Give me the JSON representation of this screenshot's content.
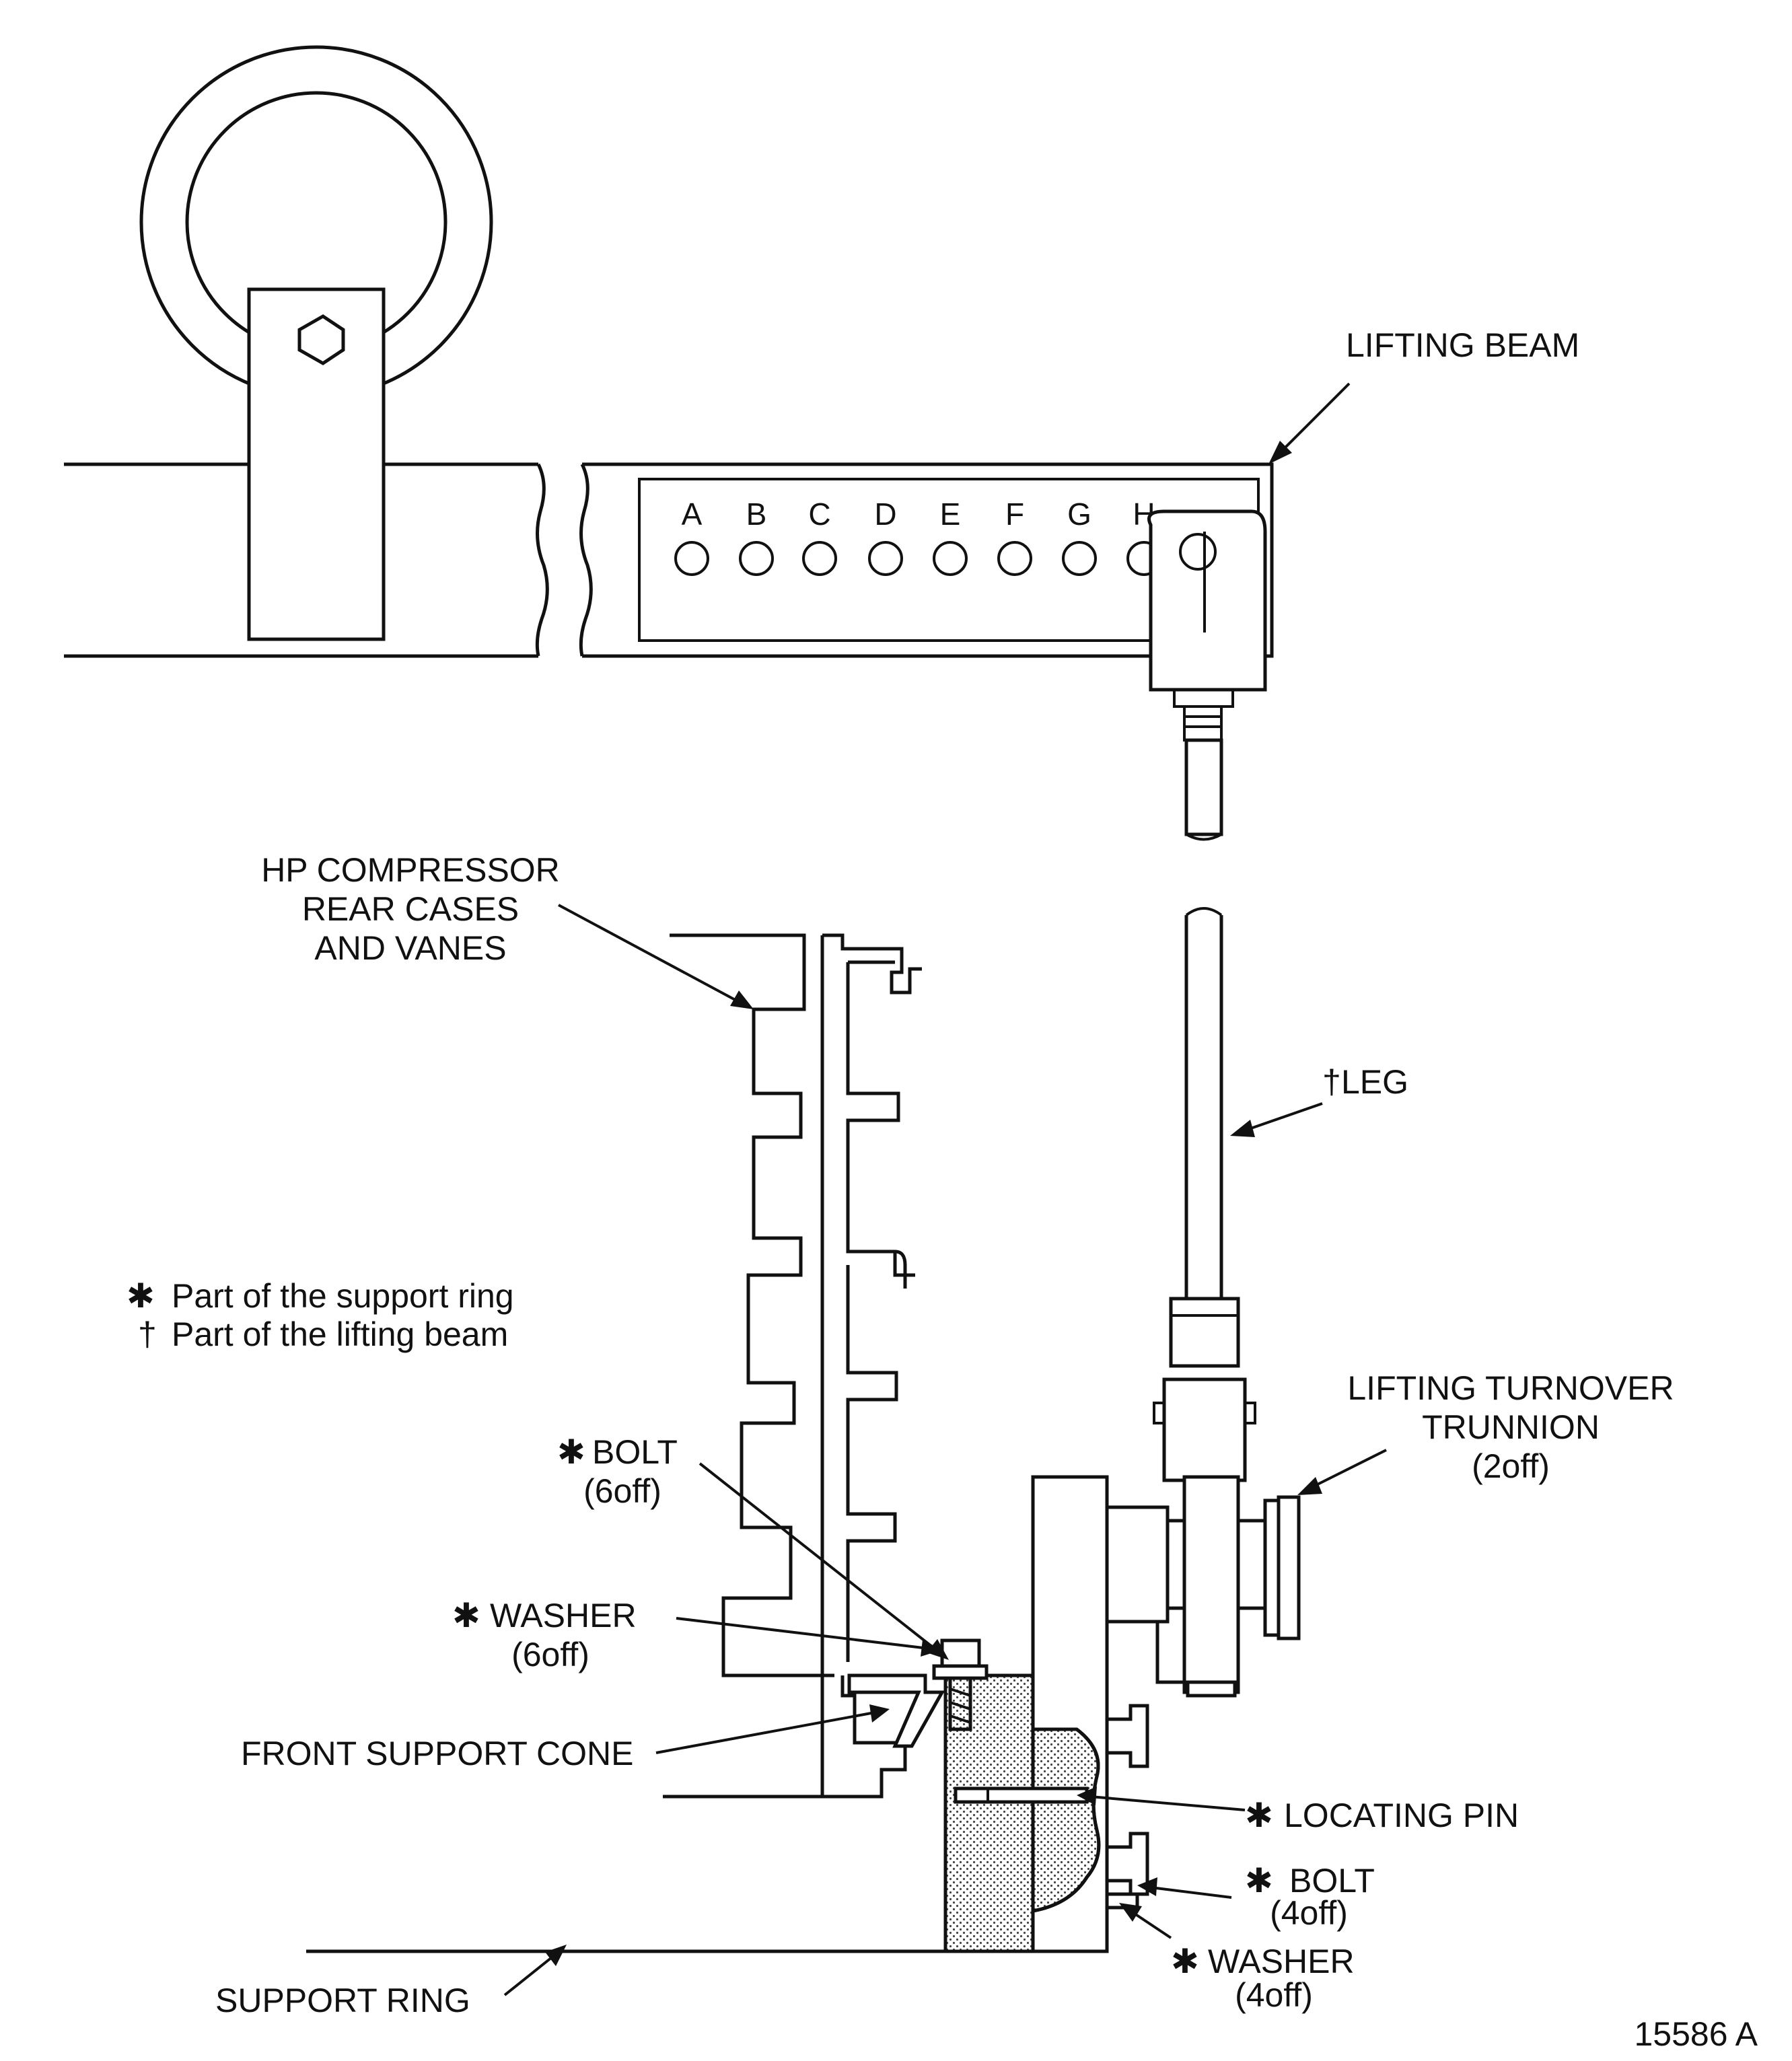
{
  "labels": {
    "lifting_beam": "LIFTING BEAM",
    "leg": "LEG",
    "hp_compressor": [
      "HP COMPRESSOR",
      "REAR CASES",
      "AND VANES"
    ],
    "legend_support_ring": "Part of the support ring",
    "legend_lifting_beam": "Part of the lifting beam",
    "lifting_turnover_trunnion": [
      "LIFTING TURNOVER",
      "TRUNNION",
      "(2off)"
    ],
    "bolt_6": [
      "BOLT",
      "(6off)"
    ],
    "washer_6": [
      "WASHER",
      "(6off)"
    ],
    "front_support_cone": "FRONT SUPPORT CONE",
    "locating_pin": "LOCATING PIN",
    "bolt_4": [
      "BOLT",
      "(4off)"
    ],
    "washer_4": [
      "WASHER",
      "(4off)"
    ],
    "support_ring": "SUPPORT RING",
    "figure_number": "15586 A"
  },
  "symbols": {
    "support_ring_mark": "✱",
    "lifting_beam_mark": "†"
  },
  "holes": [
    "A",
    "B",
    "C",
    "D",
    "E",
    "F",
    "G",
    "H"
  ]
}
